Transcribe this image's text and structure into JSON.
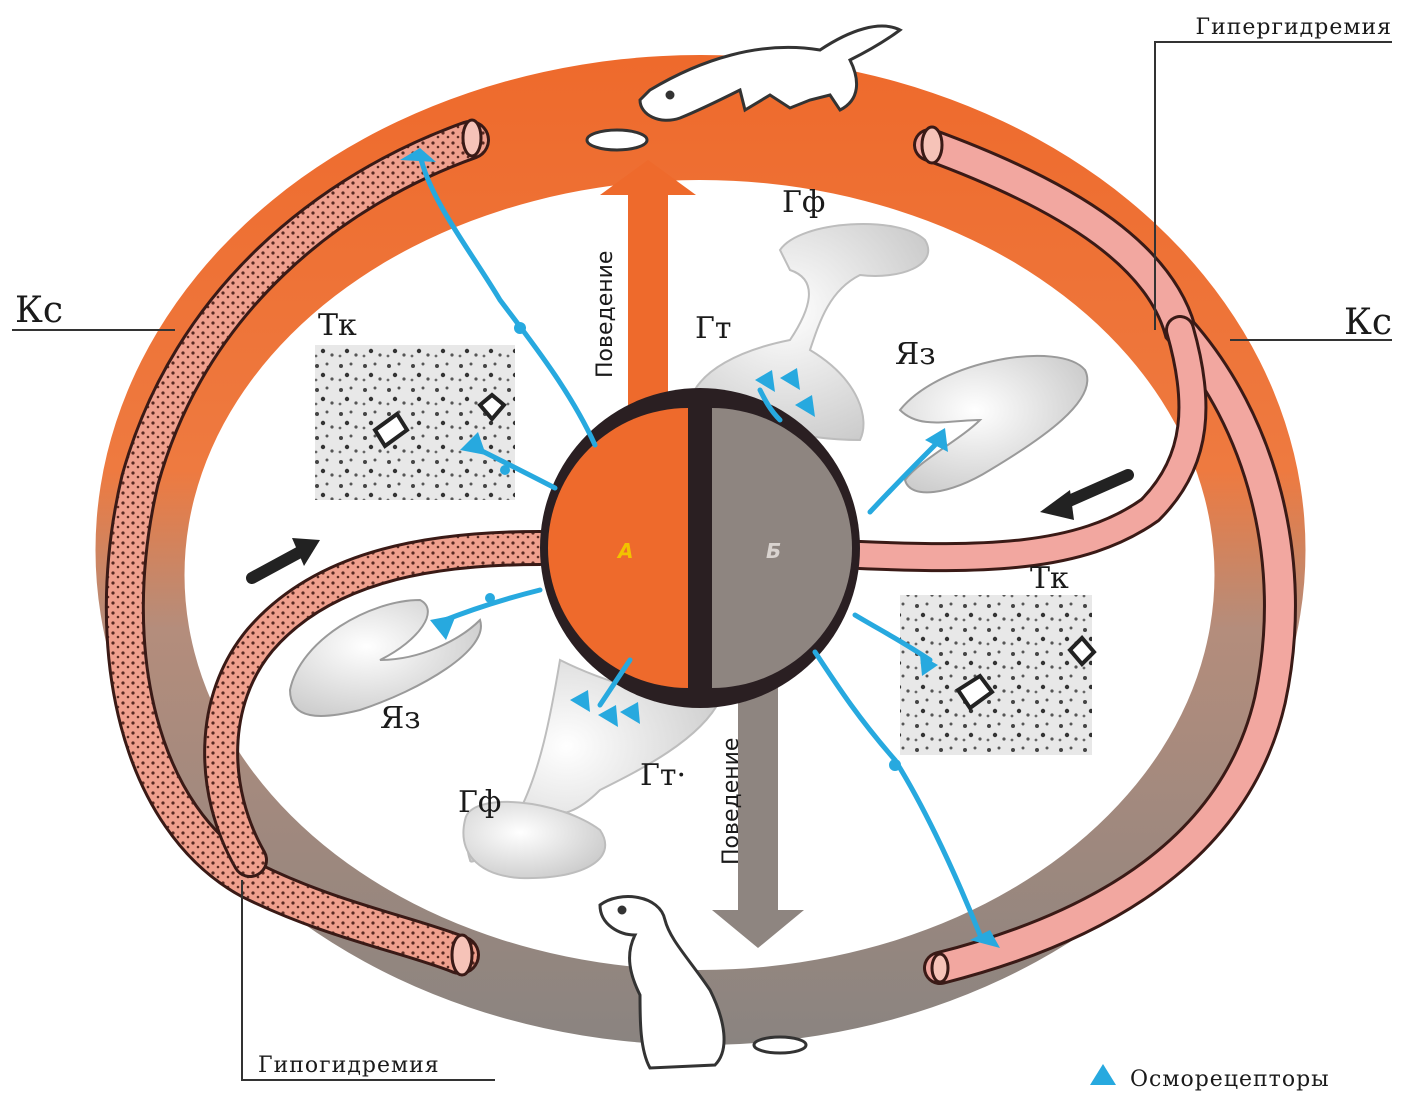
{
  "labels": {
    "hyperhydremia": "Гипергидремия",
    "hypohydremia": "Гипогидремия",
    "vessel_left": "Кс",
    "vessel_right": "Кс",
    "tissue_top": "Тк",
    "tissue_bottom": "Тк",
    "pituitary_top": "Гф",
    "pituitary_bottom": "Гф",
    "hypothalamus_top": "Гт",
    "hypothalamus_bottom": "Гт·",
    "kidney_top": "Яз",
    "kidney_bottom": "Яз",
    "behavior_up": "Поведение",
    "behavior_down": "Поведение",
    "hemisphere_a": "А",
    "hemisphere_b": "Б"
  },
  "legend": {
    "osmoreceptors": "Осморецепторы"
  },
  "colors": {
    "orange": "#ee6a2c",
    "gray": "#8e8580",
    "receptor_blue": "#27a9df",
    "vessel_pink": "#f2a7a0",
    "dark_ring": "#2a1f22"
  }
}
